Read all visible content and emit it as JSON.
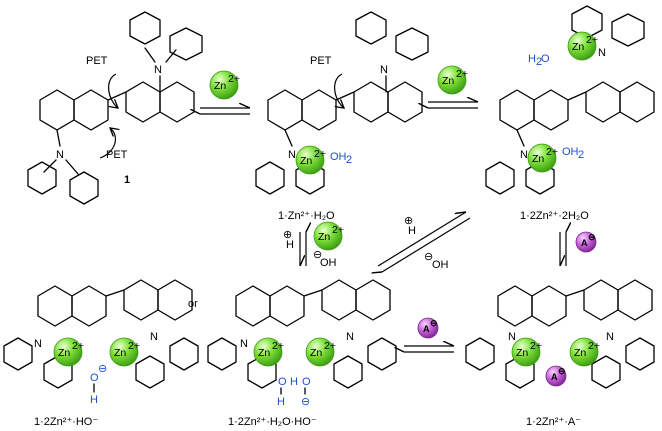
{
  "labels": {
    "pet": "PET",
    "zn": "Zn",
    "zn_charge": "2+",
    "n": "N",
    "oh2": "OH",
    "h2o_prefix": "H",
    "h2o_suffix": "O",
    "h": "H",
    "o": "O",
    "a": "A",
    "or": "or",
    "minus": "⊖",
    "plus": "⊕",
    "oh": "OH"
  },
  "compounds": {
    "c1": "1",
    "c1zn": "1·Zn²⁺·H₂O",
    "c1zn2": "1·2Zn²⁺·2H₂O",
    "c1zn2_ho": "1·2Zn²⁺·HO⁻",
    "c1zn2_h2o_ho": "1·2Zn²⁺·H₂O·HO⁻",
    "c1zn2_a": "1·2Zn²⁺·A⁻"
  },
  "colors": {
    "zinc_fill": "#7ee03a",
    "zinc_stroke": "#3a9a10",
    "anion_fill": "#c860d8",
    "anion_stroke": "#7a2590",
    "blue_text": "#1f4fd0"
  },
  "icons": {
    "zinc": "green-sphere-icon",
    "anion": "purple-sphere-icon"
  }
}
